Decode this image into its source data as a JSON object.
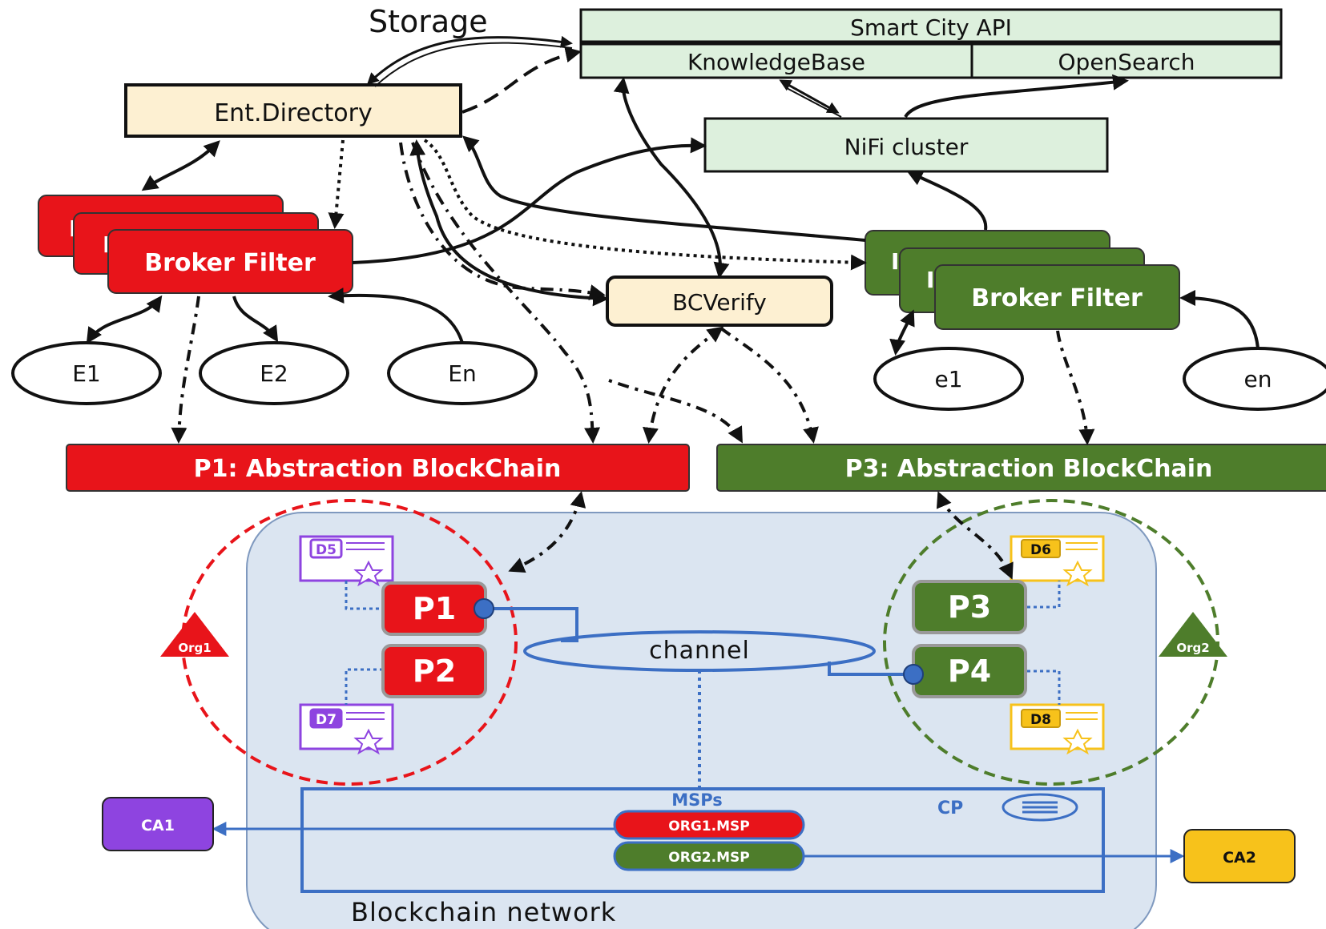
{
  "storage_label": "Storage",
  "api": {
    "title": "Smart City API",
    "knowledgebase": "KnowledgeBase",
    "opensearch": "OpenSearch"
  },
  "nifi": "NiFi cluster",
  "ent_directory": "Ent.Directory",
  "broker_left": {
    "stack_glyph": "I",
    "label": "Broker Filter",
    "color": "#e8141a"
  },
  "broker_right": {
    "stack_glyph": "I",
    "label": "Broker Filter",
    "color": "#4e7d2b"
  },
  "bcverify": "BCVerify",
  "entities_left": [
    "E1",
    "E2",
    "En"
  ],
  "entities_right": [
    "e1",
    "en"
  ],
  "p1_bar": "P1: Abstraction BlockChain",
  "p3_bar": "P3: Abstraction BlockChain",
  "network": {
    "label": "Blockchain network",
    "channel": "channel",
    "peers": [
      "P1",
      "P2",
      "P3",
      "P4"
    ],
    "ledgers": [
      "D5",
      "D7",
      "D6",
      "D8"
    ],
    "orgs": [
      "Org1",
      "Org2"
    ],
    "msps_title": "MSPs",
    "msps": [
      "ORG1.MSP",
      "ORG2.MSP"
    ],
    "cp": "CP",
    "cas": [
      "CA1",
      "CA2"
    ]
  },
  "colors": {
    "red": "#e8141a",
    "green": "#4e7d2b",
    "light_green": "#ddf0dd",
    "cream": "#fdf0d2",
    "network_bg": "#dbe5f1",
    "blue": "#3c6fc4",
    "purple": "#8e44e0",
    "yellow": "#f7c21b"
  }
}
